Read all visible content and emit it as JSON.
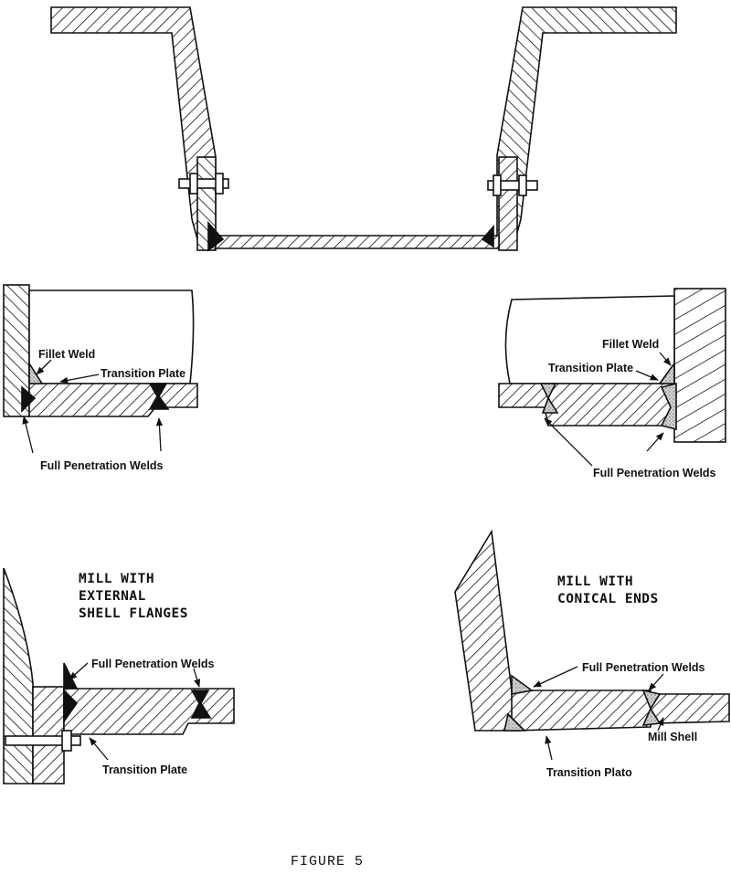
{
  "colors": {
    "ink": "#111111",
    "paper": "#ffffff",
    "weld_fill": "#bdbdbd"
  },
  "panel_top_left": {
    "fillet_weld": "Fillet Weld",
    "transition_plate": "Transition Plate",
    "full_penetration_welds": "Full Penetration Welds"
  },
  "panel_top_right": {
    "fillet_weld": "Fillet Weld",
    "transition_plate": "Transition Plate",
    "full_penetration_welds": "Full Penetration Welds"
  },
  "panel_bottom_left": {
    "heading": [
      "MILL WITH",
      "EXTERNAL",
      "SHELL FLANGES"
    ],
    "full_penetration_welds": "Full Penetration Welds",
    "transition_plate": "Transition Plate"
  },
  "panel_bottom_right": {
    "heading": [
      "MILL WITH",
      "CONICAL ENDS"
    ],
    "full_penetration_welds": "Full Penetration Welds",
    "mill_shell": "Mill Shell",
    "transition_plate": "Transition Plato"
  },
  "caption": "FIGURE 5"
}
